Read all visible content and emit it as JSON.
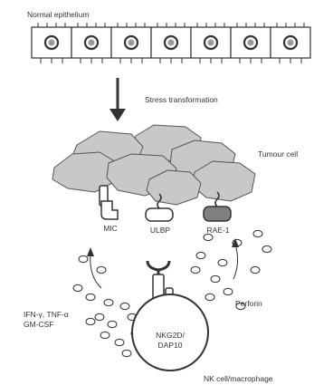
{
  "labels": {
    "normal_epithelium": "Normal epithelium",
    "stress_transformation": "Stress transformation",
    "tumour_cell": "Tumour cell",
    "mic": "MIC",
    "ulbp": "ULBP",
    "rae1": "RAE-1",
    "cytokines_line1": "IFN-γ, TNF-α",
    "cytokines_line2": "GM-CSF",
    "perforin": "Perforin",
    "receptor_line1": "NKG2D/",
    "receptor_line2": "DAP10",
    "nk_cell": "NK cell/macrophage"
  },
  "epithelium": {
    "cell_count": 7
  },
  "colors": {
    "ink": "#333333",
    "tumour_fill": "#c8c8c8",
    "rae1_fill": "#808080",
    "nucleus_fill": "#9a9a9a",
    "background": "#ffffff"
  }
}
